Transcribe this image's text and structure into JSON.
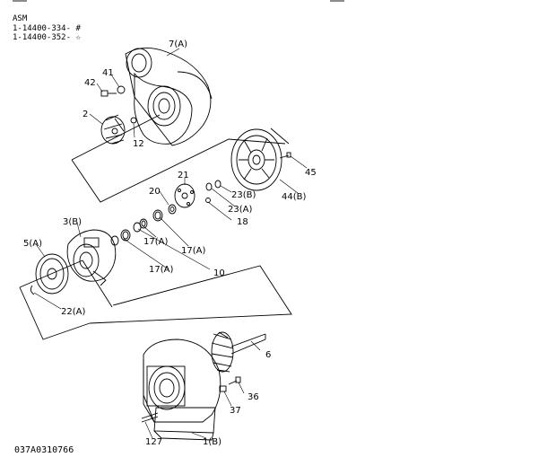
{
  "header": {
    "asm": "ASM",
    "line1": "1-14400-334- #",
    "line2": "1-14400-352- ☆"
  },
  "footer": {
    "code": "037A0310766"
  },
  "callouts": {
    "c7a": "7(A)",
    "c41": "41",
    "c42": "42",
    "c2": "2",
    "c12": "12",
    "c45": "45",
    "c44b": "44(B)",
    "c23b": "23(B)",
    "c23a": "23(A)",
    "c21": "21",
    "c20": "20",
    "c18": "18",
    "c3b": "3(B)",
    "c17a_1": "17(A)",
    "c17a_2": "17(A)",
    "c17a_3": "17(A)",
    "c10": "10",
    "c5a": "5(A)",
    "c22a": "22(A)",
    "c6": "6",
    "c36": "36",
    "c37": "37",
    "c127": "127",
    "c1b": "1(B)"
  }
}
